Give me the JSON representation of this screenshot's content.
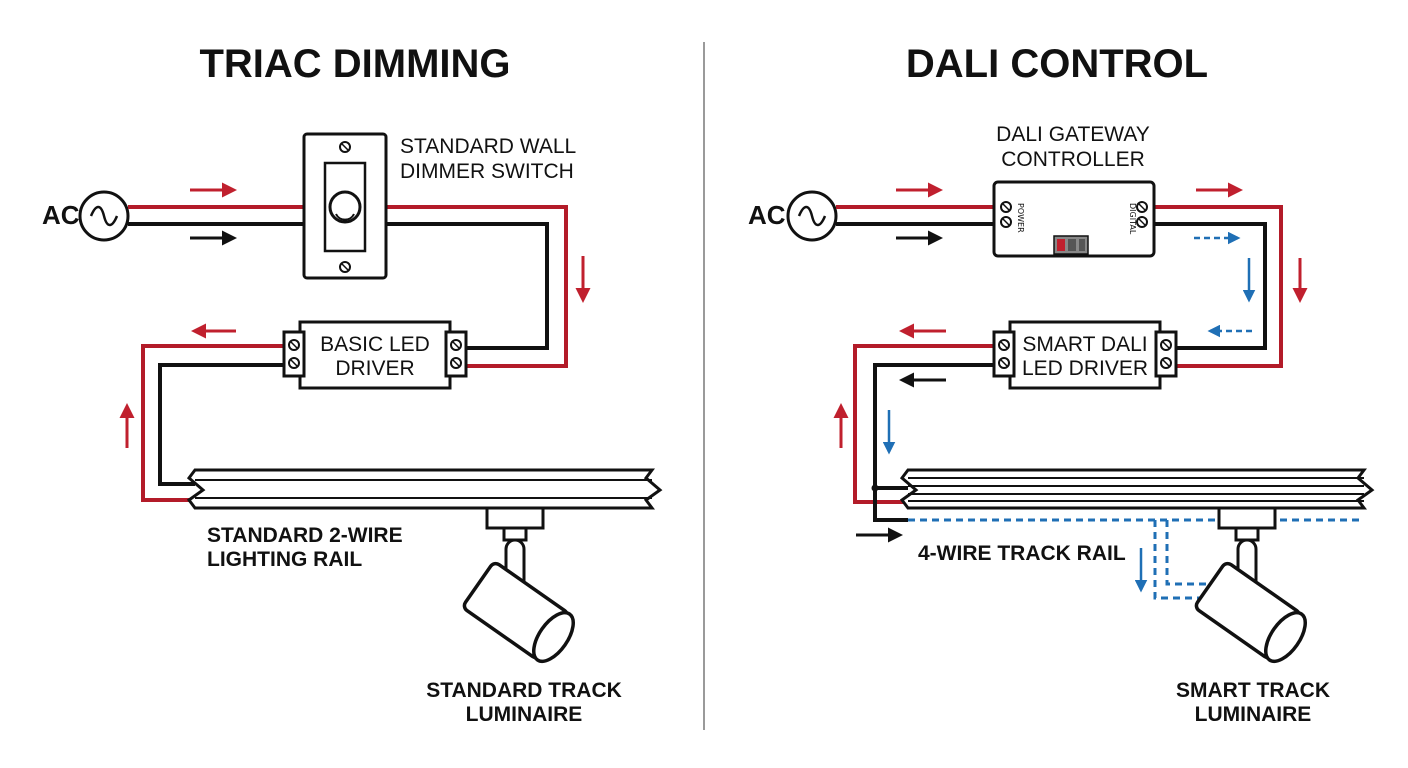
{
  "left": {
    "title": "TRIAC DIMMING",
    "ac_label": "AC",
    "dimmer_label": [
      "STANDARD WALL",
      "DIMMER SWITCH"
    ],
    "driver_label": [
      "BASIC LED",
      "DRIVER"
    ],
    "rail_label": [
      "STANDARD 2-WIRE",
      "LIGHTING RAIL"
    ],
    "luminaire_label": [
      "STANDARD TRACK",
      "LUMINAIRE"
    ]
  },
  "right": {
    "title": "DALI CONTROL",
    "ac_label": "AC",
    "gateway_label": [
      "DALI GATEWAY",
      "CONTROLLER"
    ],
    "gateway_port_power": "POWER",
    "gateway_port_digital": "DIGITAL",
    "driver_label": [
      "SMART DALI",
      "LED DRIVER"
    ],
    "rail_label": "4-WIRE TRACK RAIL",
    "luminaire_label": [
      "SMART TRACK",
      "LUMINAIRE"
    ]
  },
  "colors": {
    "live_wire": "#b31b29",
    "neutral_wire": "#111111",
    "control_signal": "#1f6fb5",
    "divider": "#9a9a9a"
  },
  "icons": [
    "ac-source-icon",
    "dimmer-knob-icon",
    "screw-terminal-icon",
    "track-spotlight-icon",
    "dip-switch-icon"
  ]
}
